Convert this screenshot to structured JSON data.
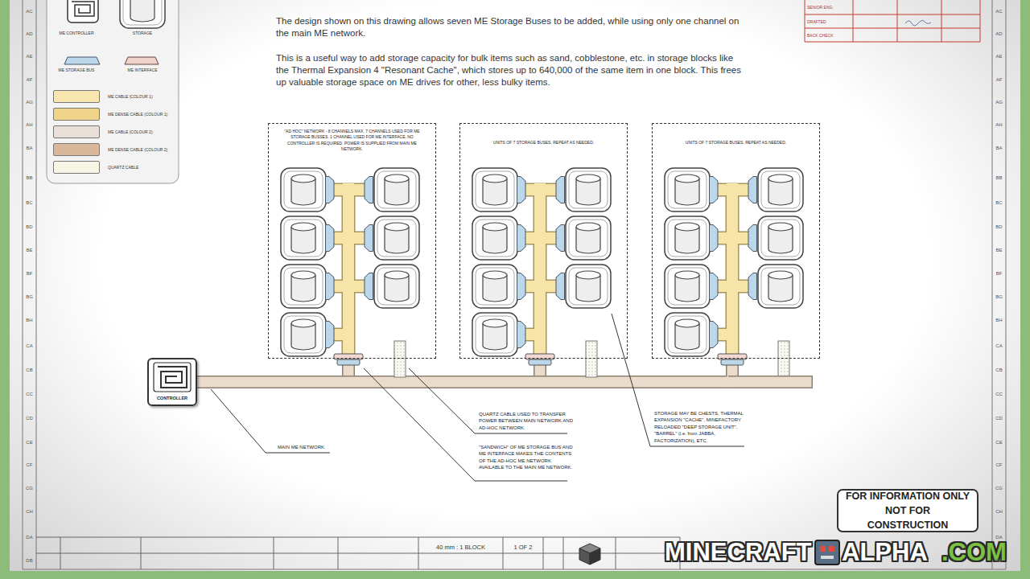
{
  "diagram": {
    "nodes": [
      {
        "text": [
          "\"AD HOC\" NETWORK - 8 CHANNELS MAX. 7 CHANNELS USED FOR ME STORAGE BUSSES. 1 CHANNEL USED FOR ME INTERFACE. NO CONTROLLER IS REQUIRED. POWER IS SUPPLIED FROM MAIN ME NETWORK."
        ]
      },
      {
        "text": [
          "UNITS OF 7 STORAGE BUSES, REPEAT AS NEEDED."
        ]
      },
      {
        "text": [
          "UNITS OF 7 STORAGE BUSES, REPEAT AS NEEDED."
        ]
      },
      {
        "text": [
          "CONTROLLER"
        ]
      },
      {
        "text": [
          "FOR INFORMATION ONLY NOT FOR CONSTRUCTION"
        ]
      }
    ],
    "edges": [
      {
        "from": 3,
        "to": 0,
        "arrow": "none"
      },
      {
        "from": 3,
        "to": 1,
        "arrow": "none"
      },
      {
        "from": 3,
        "to": 2,
        "arrow": "none"
      }
    ],
    "labels": [
      "The design shown on this drawing allows seven ME Storage Buses to be added, while using only one channel on the main ME network.",
      "This is a useful way to add storage capacity for bulk items such as sand, cobblestone, etc. in storage blocks like the Thermal Expansion 4 \"Resonant Cache\", which stores up to 640,000 of the same item in one block. This frees up valuable storage space on ME drives for other, less bulky items.",
      "MAIN ME NETWORK.",
      "QUARTZ CABLE USED TO TRANSFER POWER BETWEEN MAIN NETWORK AND AD-HOC NETWORK.",
      "\"SANDWICH\" OF ME STORAGE BUS AND ME INTERFACE MAKES THE CONTENTS OF THE AD-HOC ME NETWORK AVAILABLE TO THE MAIN ME NETWORK.",
      "STORAGE MAY BE CHESTS, THERMAL EXPANSION \"CACHE\", MINEFACTORY RELOADED \"DEEP STORAGE UNIT\", \"BARREL\" (i.e. from JABBA, FACTORIZATION), ETC.",
      "40 mm : 1 BLOCK",
      "1 OF 2",
      "SENIOR ENG.",
      "DRAFTED",
      "BACK CHECK",
      "MINECRAFT",
      "ALPHA",
      ".COM",
      "AC",
      "AD",
      "AE",
      "AF",
      "AG",
      "AH",
      "BA",
      "BB",
      "BC",
      "BD",
      "BE",
      "BF",
      "BG",
      "BH",
      "CA",
      "CB",
      "CC",
      "CD",
      "CE",
      "CF",
      "CG",
      "CH",
      "DA",
      "DB",
      "AC",
      "AD",
      "AE",
      "AF",
      "AG",
      "AH",
      "BA",
      "BB",
      "BC",
      "BD",
      "BE",
      "BF",
      "BG",
      "BH",
      "CA",
      "CB",
      "CC",
      "CD",
      "CE",
      "CF",
      "CG",
      "CH",
      "DA",
      "DB"
    ],
    "legend": [
      {
        "text": "ME CONTROLLER"
      },
      {
        "text": "STORAGE"
      },
      {
        "text": "ME STORAGE BUS"
      },
      {
        "text": "ME INTERFACE"
      },
      {
        "text": "ME CABLE (COLOUR 1)",
        "color": "#f7e6ae"
      },
      {
        "text": "ME DENSE CABLE (COLOUR 1)",
        "color": "#f0d48a"
      },
      {
        "text": "ME CABLE (COLOUR 2)",
        "color": "#e9dfd8"
      },
      {
        "text": "ME DENSE CABLE (COLOUR 2)",
        "color": "#d8b79a"
      },
      {
        "text": "QUARTZ CABLE",
        "color": "#f8f5e6"
      }
    ]
  }
}
